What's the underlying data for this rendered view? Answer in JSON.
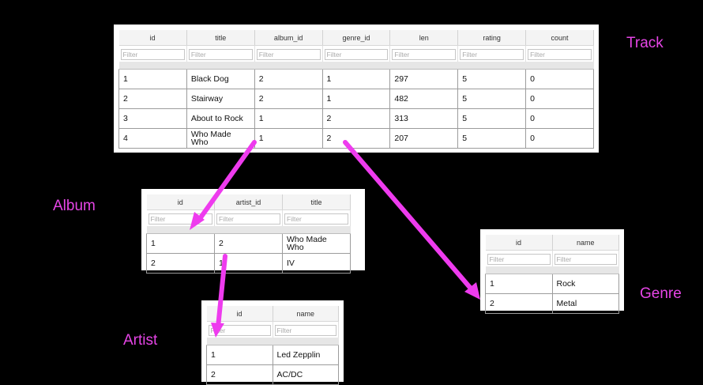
{
  "accent_color": "#ee3bee",
  "tables": {
    "track": {
      "name": "Track",
      "columns": [
        "id",
        "title",
        "album_id",
        "genre_id",
        "len",
        "rating",
        "count"
      ],
      "filter_placeholder": "Filter",
      "rows": [
        [
          "1",
          "Black Dog",
          "2",
          "1",
          "297",
          "5",
          "0"
        ],
        [
          "2",
          "Stairway",
          "2",
          "1",
          "482",
          "5",
          "0"
        ],
        [
          "3",
          "About to Rock",
          "1",
          "2",
          "313",
          "5",
          "0"
        ],
        [
          "4",
          "Who Made Who",
          "1",
          "2",
          "207",
          "5",
          "0"
        ]
      ]
    },
    "album": {
      "name": "Album",
      "columns": [
        "id",
        "artist_id",
        "title"
      ],
      "filter_placeholder": "Filter",
      "rows": [
        [
          "1",
          "2",
          "Who Made Who"
        ],
        [
          "2",
          "1",
          "IV"
        ]
      ]
    },
    "genre": {
      "name": "Genre",
      "columns": [
        "id",
        "name"
      ],
      "filter_placeholder": "Filter",
      "rows": [
        [
          "1",
          "Rock"
        ],
        [
          "2",
          "Metal"
        ]
      ]
    },
    "artist": {
      "name": "Artist",
      "columns": [
        "id",
        "name"
      ],
      "filter_placeholder": "Filter",
      "rows": [
        [
          "1",
          "Led Zepplin"
        ],
        [
          "2",
          "AC/DC"
        ]
      ]
    }
  }
}
